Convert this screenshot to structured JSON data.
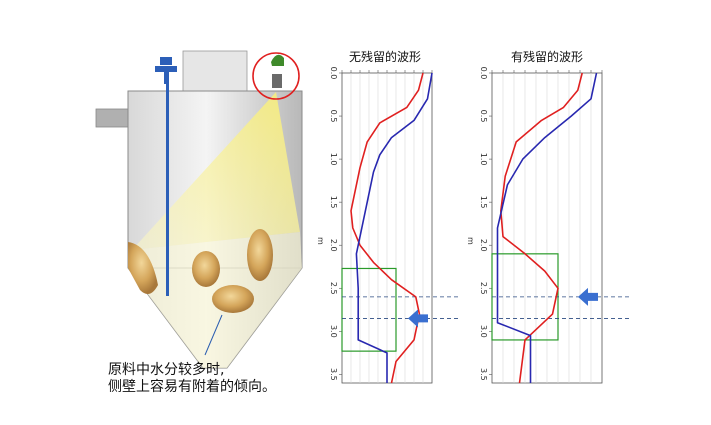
{
  "caption": {
    "line1": "原料中水分较多时,",
    "line2": "侧壁上容易有附着的倾向。"
  },
  "unit_label": "m",
  "colors": {
    "red_trace": "#e02020",
    "blue_trace": "#2828b0",
    "green_box": "#2a9a2a",
    "arrow": "#3a6fd0",
    "beam": "#f4f0a0",
    "highlight_circle": "#e02020"
  },
  "chart_data": [
    {
      "type": "line",
      "title": "无残留的波形",
      "ylim": [
        0,
        3.6
      ],
      "yticks": [
        "0.0",
        "0.5",
        "1.0",
        "1.5",
        "2.0",
        "2.5",
        "3.0",
        "3.5"
      ],
      "ylabel": "m",
      "series": [
        {
          "color": "red",
          "points": [
            [
              0.9,
              0.0
            ],
            [
              0.85,
              0.2
            ],
            [
              0.72,
              0.4
            ],
            [
              0.42,
              0.58
            ],
            [
              0.28,
              0.8
            ],
            [
              0.2,
              1.1
            ],
            [
              0.1,
              1.6
            ],
            [
              0.12,
              1.8
            ],
            [
              0.2,
              2.0
            ],
            [
              0.35,
              2.2
            ],
            [
              0.55,
              2.4
            ],
            [
              0.82,
              2.6
            ],
            [
              0.86,
              2.8
            ],
            [
              0.8,
              3.1
            ],
            [
              0.6,
              3.35
            ],
            [
              0.55,
              3.6
            ]
          ]
        },
        {
          "color": "blue",
          "points": [
            [
              1.0,
              0.0
            ],
            [
              0.95,
              0.3
            ],
            [
              0.8,
              0.55
            ],
            [
              0.55,
              0.75
            ],
            [
              0.42,
              0.95
            ],
            [
              0.35,
              1.15
            ],
            [
              0.28,
              1.5
            ],
            [
              0.22,
              1.8
            ],
            [
              0.16,
              2.1
            ],
            [
              0.18,
              2.5
            ],
            [
              0.18,
              3.1
            ],
            [
              0.5,
              3.25
            ],
            [
              0.5,
              3.6
            ]
          ]
        }
      ],
      "annotations": {
        "box_depth": [
          2.27,
          3.23
        ],
        "dashed_depth": [
          2.6,
          2.85
        ],
        "arrow_depth": 2.85
      }
    },
    {
      "type": "line",
      "title": "有残留的波形",
      "ylim": [
        0,
        3.6
      ],
      "yticks": [
        "0.0",
        "0.5",
        "1.0",
        "1.5",
        "2.0",
        "2.5",
        "3.0",
        "3.5"
      ],
      "ylabel": "m",
      "series": [
        {
          "color": "red",
          "points": [
            [
              0.82,
              0.0
            ],
            [
              0.78,
              0.2
            ],
            [
              0.65,
              0.4
            ],
            [
              0.45,
              0.55
            ],
            [
              0.22,
              0.8
            ],
            [
              0.12,
              1.2
            ],
            [
              0.08,
              1.6
            ],
            [
              0.1,
              1.9
            ],
            [
              0.3,
              2.1
            ],
            [
              0.48,
              2.3
            ],
            [
              0.6,
              2.5
            ],
            [
              0.55,
              2.8
            ],
            [
              0.3,
              3.1
            ],
            [
              0.25,
              3.6
            ]
          ]
        },
        {
          "color": "blue",
          "points": [
            [
              0.95,
              0.0
            ],
            [
              0.9,
              0.3
            ],
            [
              0.72,
              0.5
            ],
            [
              0.48,
              0.75
            ],
            [
              0.28,
              1.0
            ],
            [
              0.14,
              1.3
            ],
            [
              0.05,
              1.8
            ],
            [
              0.05,
              2.2
            ],
            [
              0.05,
              2.9
            ],
            [
              0.35,
              3.05
            ],
            [
              0.35,
              3.6
            ]
          ]
        }
      ],
      "annotations": {
        "box_depth": [
          2.1,
          3.1
        ],
        "dashed_depth": [
          2.6,
          2.85
        ],
        "arrow_depth": 2.6
      }
    }
  ]
}
